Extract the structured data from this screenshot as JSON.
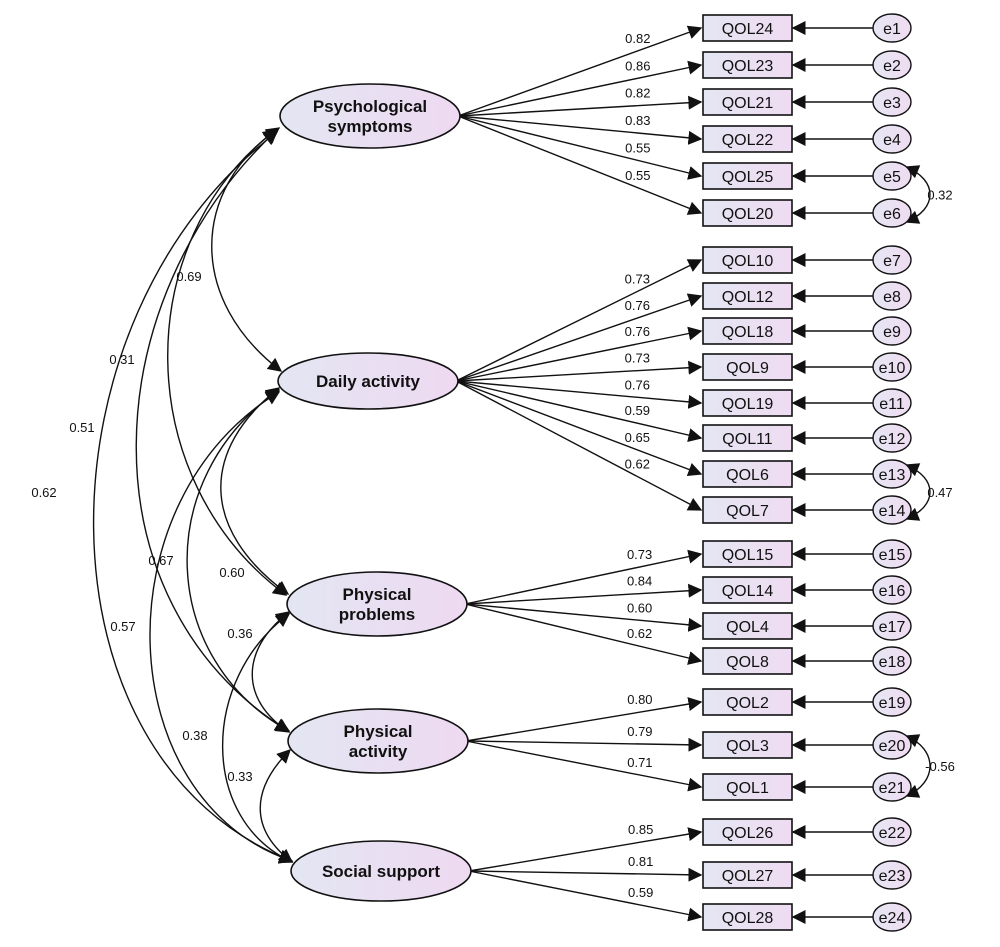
{
  "latents": [
    {
      "id": "psych",
      "lines": [
        "Psychological",
        "symptoms"
      ]
    },
    {
      "id": "daily",
      "lines": [
        "Daily activity"
      ]
    },
    {
      "id": "physprob",
      "lines": [
        "Physical",
        "problems"
      ]
    },
    {
      "id": "physact",
      "lines": [
        "Physical",
        "activity"
      ]
    },
    {
      "id": "social",
      "lines": [
        "Social support"
      ]
    }
  ],
  "indicators": [
    {
      "name": "QOL24",
      "latent": "psych",
      "loading": "0.82",
      "error": "e1"
    },
    {
      "name": "QOL23",
      "latent": "psych",
      "loading": "0.86",
      "error": "e2"
    },
    {
      "name": "QOL21",
      "latent": "psych",
      "loading": "0.82",
      "error": "e3"
    },
    {
      "name": "QOL22",
      "latent": "psych",
      "loading": "0.83",
      "error": "e4"
    },
    {
      "name": "QOL25",
      "latent": "psych",
      "loading": "0.55",
      "error": "e5"
    },
    {
      "name": "QOL20",
      "latent": "psych",
      "loading": "0.55",
      "error": "e6"
    },
    {
      "name": "QOL10",
      "latent": "daily",
      "loading": "0.73",
      "error": "e7"
    },
    {
      "name": "QOL12",
      "latent": "daily",
      "loading": "0.76",
      "error": "e8"
    },
    {
      "name": "QOL18",
      "latent": "daily",
      "loading": "0.76",
      "error": "e9"
    },
    {
      "name": "QOL9",
      "latent": "daily",
      "loading": "0.73",
      "error": "e10"
    },
    {
      "name": "QOL19",
      "latent": "daily",
      "loading": "0.76",
      "error": "e11"
    },
    {
      "name": "QOL11",
      "latent": "daily",
      "loading": "0.59",
      "error": "e12"
    },
    {
      "name": "QOL6",
      "latent": "daily",
      "loading": "0.65",
      "error": "e13"
    },
    {
      "name": "QOL7",
      "latent": "daily",
      "loading": "0.62",
      "error": "e14"
    },
    {
      "name": "QOL15",
      "latent": "physprob",
      "loading": "0.73",
      "error": "e15"
    },
    {
      "name": "QOL14",
      "latent": "physprob",
      "loading": "0.84",
      "error": "e16"
    },
    {
      "name": "QOL4",
      "latent": "physprob",
      "loading": "0.60",
      "error": "e17"
    },
    {
      "name": "QOL8",
      "latent": "physprob",
      "loading": "0.62",
      "error": "e18"
    },
    {
      "name": "QOL2",
      "latent": "physact",
      "loading": "0.80",
      "error": "e19"
    },
    {
      "name": "QOL3",
      "latent": "physact",
      "loading": "0.79",
      "error": "e20"
    },
    {
      "name": "QOL1",
      "latent": "physact",
      "loading": "0.71",
      "error": "e21"
    },
    {
      "name": "QOL26",
      "latent": "social",
      "loading": "0.85",
      "error": "e22"
    },
    {
      "name": "QOL27",
      "latent": "social",
      "loading": "0.81",
      "error": "e23"
    },
    {
      "name": "QOL28",
      "latent": "social",
      "loading": "0.59",
      "error": "e24"
    }
  ],
  "latent_correlations": [
    {
      "from": "psych",
      "to": "daily",
      "value": "0.69"
    },
    {
      "from": "psych",
      "to": "physprob",
      "value": "0.31"
    },
    {
      "from": "psych",
      "to": "physact",
      "value": "0.51"
    },
    {
      "from": "psych",
      "to": "social",
      "value": "0.62"
    },
    {
      "from": "daily",
      "to": "physprob",
      "value": "0.60"
    },
    {
      "from": "daily",
      "to": "physact",
      "value": "0.67"
    },
    {
      "from": "daily",
      "to": "social",
      "value": "0.57"
    },
    {
      "from": "physprob",
      "to": "physact",
      "value": "0.36"
    },
    {
      "from": "physprob",
      "to": "social",
      "value": "0.38"
    },
    {
      "from": "physact",
      "to": "social",
      "value": "0.33"
    }
  ],
  "error_covariances": [
    {
      "from": "e5",
      "to": "e6",
      "value": "0.32"
    },
    {
      "from": "e13",
      "to": "e14",
      "value": "0.47"
    },
    {
      "from": "e20",
      "to": "e21",
      "value": "-0.56"
    }
  ]
}
